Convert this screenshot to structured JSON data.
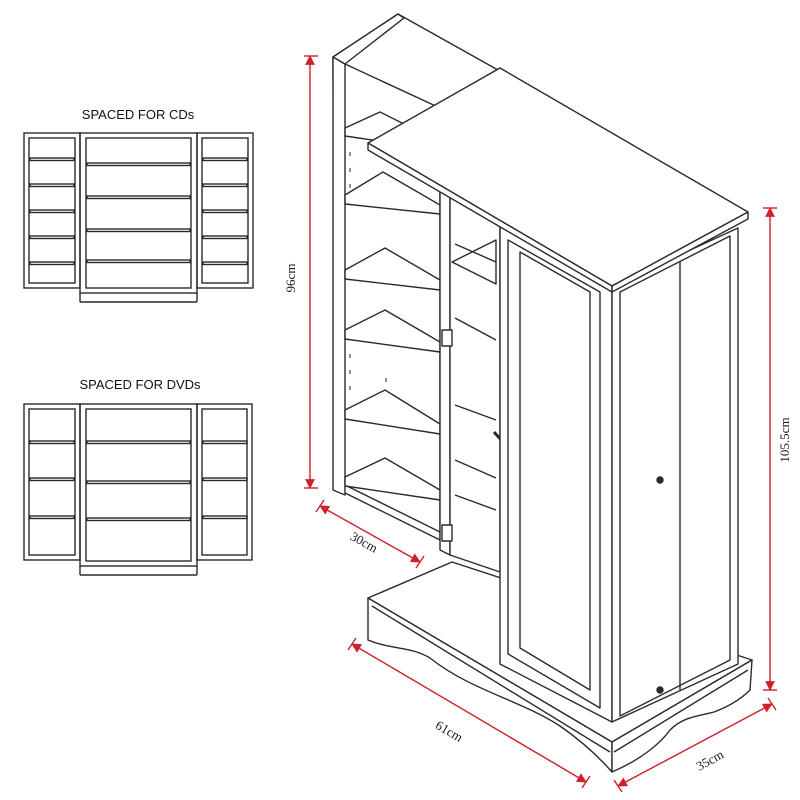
{
  "diagram": {
    "labels": {
      "cd_spacing": "SPACED FOR CDs",
      "dvd_spacing": "SPACED FOR DVDs"
    },
    "dimensions": {
      "height_open": "96cm",
      "height_overall": "105.5cm",
      "depth_shelf": "30cm",
      "width": "61cm",
      "depth": "35cm"
    },
    "colors": {
      "outline": "#2a2a2a",
      "dimension_arrow": "#d0202a"
    }
  }
}
